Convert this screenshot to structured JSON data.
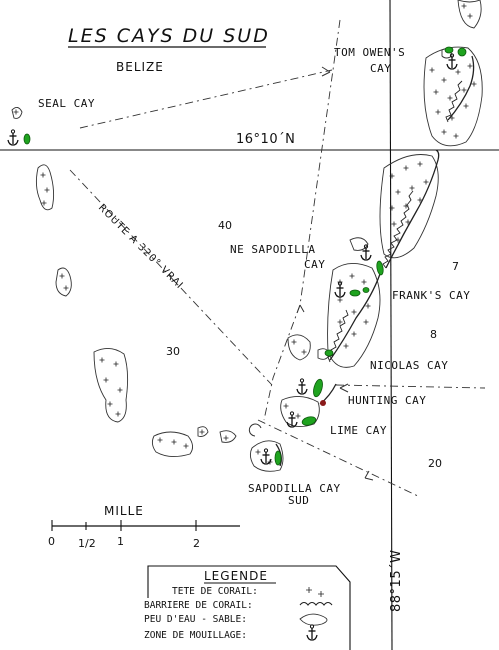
{
  "map": {
    "title": "LES CAYS DU SUD",
    "subtitle": "BELIZE",
    "lat_label": "16°10´N",
    "lon_label": "88°15´W",
    "route_label": "ROUTE A 320° VRAI",
    "places": {
      "seal": "SEAL CAY",
      "tom_owens_1": "TOM OWEN'S",
      "tom_owens_2": "CAY",
      "ne_sapodilla_1": "NE SAPODILLA",
      "ne_sapodilla_2": "CAY",
      "franks": "FRANK'S CAY",
      "nicolas": "NICOLAS CAY",
      "hunting": "HUNTING CAY",
      "lime": "LIME CAY",
      "sapodilla_sud_1": "SAPODILLA CAY",
      "sapodilla_sud_2": "SUD"
    },
    "depths": [
      "40",
      "30",
      "7",
      "8",
      "20"
    ],
    "scale": {
      "label": "MILLE",
      "ticks": [
        "0",
        "1/2",
        "1",
        "2"
      ]
    },
    "legend": {
      "title": "LEGENDE",
      "coral_head": "TETE DE CORAIL:",
      "coral_reef": "BARRIERE DE CORAIL:",
      "shallow_sand": "PEU D'EAU - SABLE:",
      "anchorage": "ZONE DE MOUILLAGE:"
    },
    "colors": {
      "cay": "#1fa31f",
      "hunting_cay_accent": "#8b1a1a"
    }
  }
}
